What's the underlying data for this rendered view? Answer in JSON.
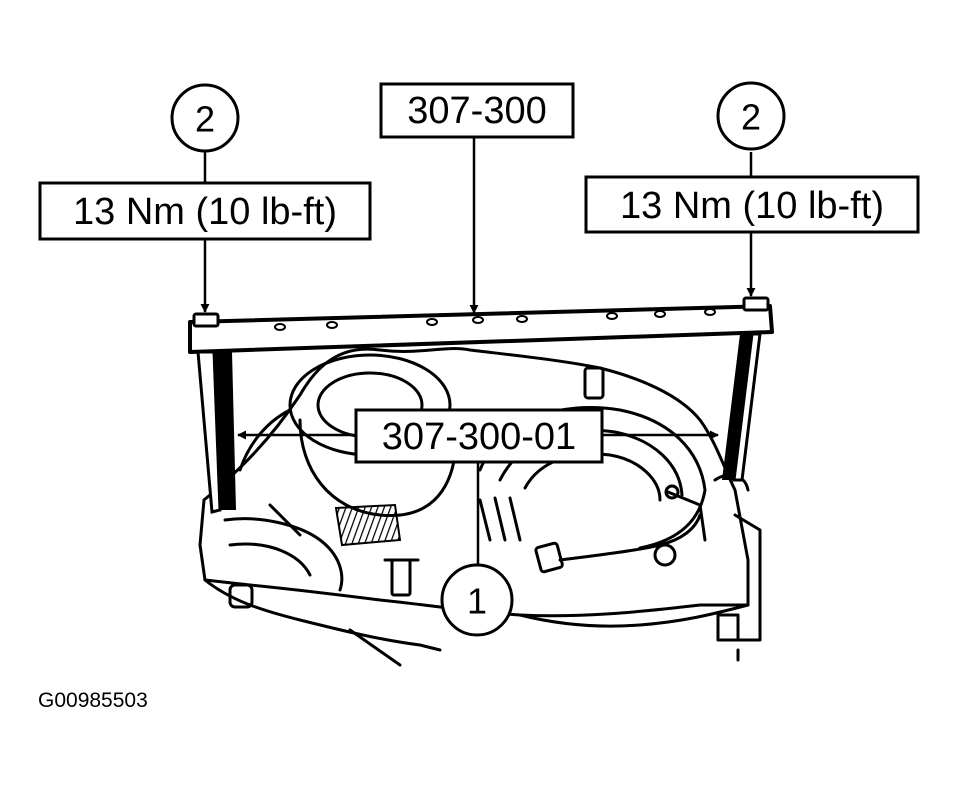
{
  "figure_id": "G00985503",
  "callouts": {
    "left": "2",
    "right": "2",
    "bottom": "1"
  },
  "labels": {
    "torque_left": "13 Nm (10 lb-ft)",
    "torque_right": "13 Nm (10 lb-ft)",
    "tool_bar": "307-300",
    "tool_legs": "307-300-01"
  }
}
